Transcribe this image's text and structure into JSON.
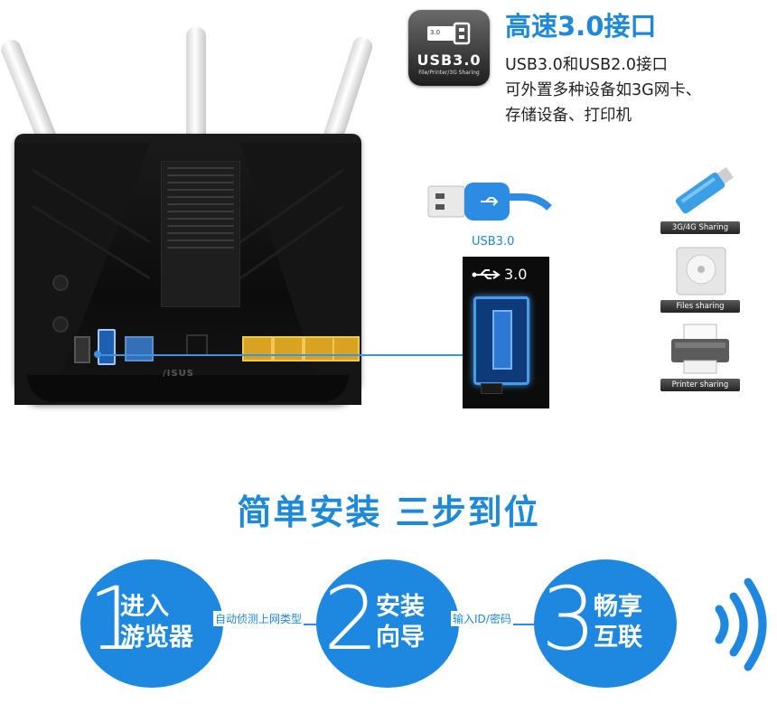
{
  "feature": {
    "badge_title": "USB3.0",
    "badge_subtitle": "File/Printer/3G Sharing",
    "badge_plug_label": "3.0",
    "title": "高速3.0接口",
    "desc_line1": "USB3.0和USB2.0接口",
    "desc_line2": "可外置多种设备如3G网卡、",
    "desc_line3": "存储设备、打印机"
  },
  "cable": {
    "label": "USB3.0"
  },
  "port_closeup": {
    "label": "3.0"
  },
  "devices": [
    {
      "name": "3G/4G Sharing",
      "icon": "usb-dongle-icon"
    },
    {
      "name": "Files sharing",
      "icon": "hard-drive-icon"
    },
    {
      "name": "Printer sharing",
      "icon": "printer-icon"
    }
  ],
  "router": {
    "logo": "/ISUS"
  },
  "install": {
    "title": "简单安装 三步到位",
    "steps": [
      {
        "num": "1",
        "line1": "进入",
        "line2": "游览器"
      },
      {
        "num": "2",
        "line1": "安装",
        "line2": "向导"
      },
      {
        "num": "3",
        "line1": "畅享",
        "line2": "互联"
      }
    ],
    "links": [
      "自动侦测上网类型",
      "输入ID/密码"
    ]
  },
  "colors": {
    "accent": "#1e88d9",
    "circle": "#1e88e0",
    "lan_port": "#d8a321",
    "usb3_port": "#1d5fb0"
  }
}
